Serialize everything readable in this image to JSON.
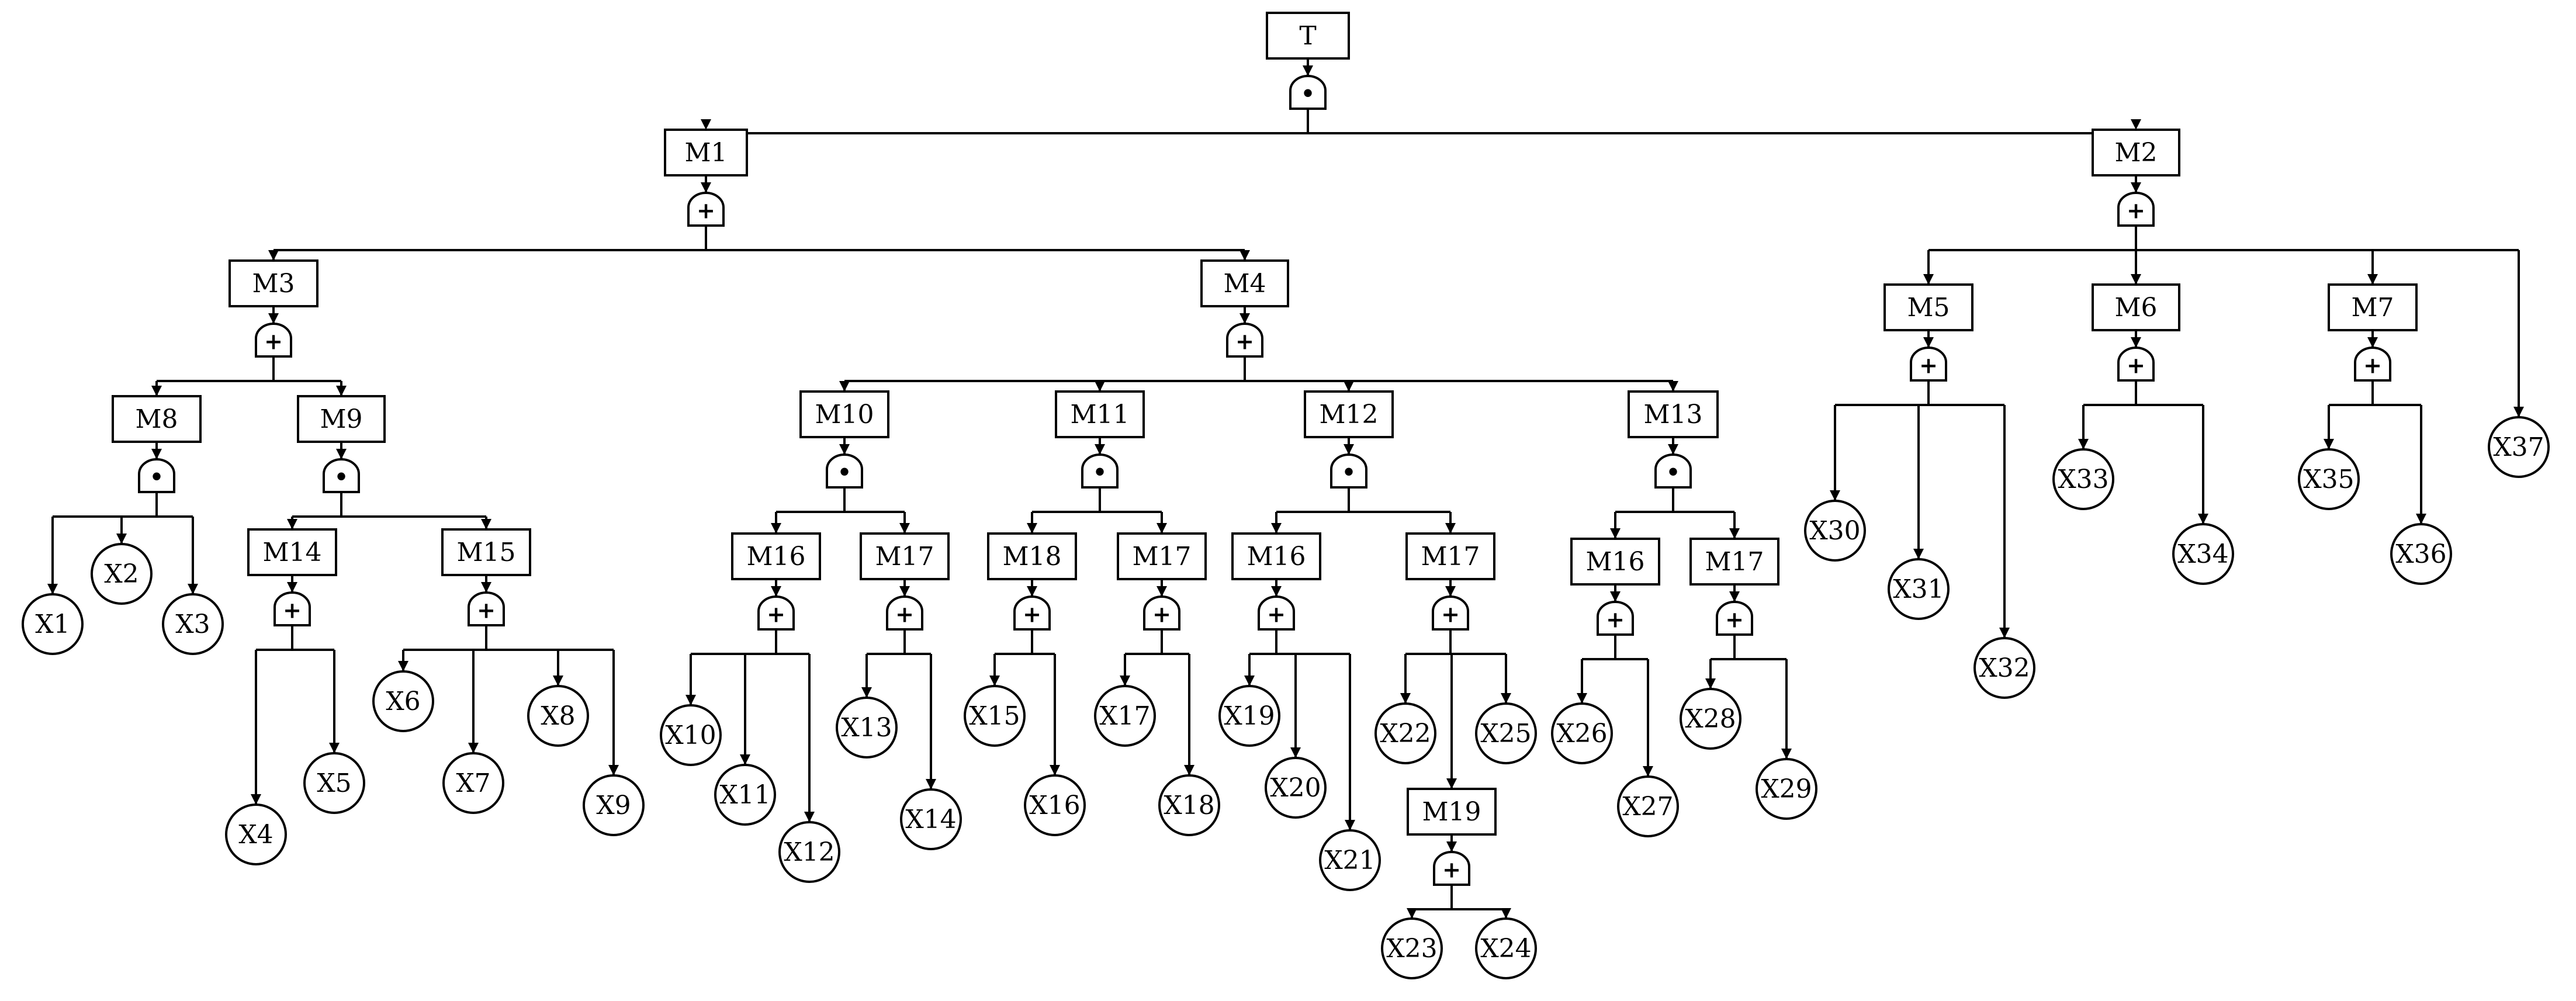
{
  "diagram": {
    "title": "",
    "top_event": "T",
    "intermediate_events": [
      "M1",
      "M2",
      "M3",
      "M4",
      "M5",
      "M6",
      "M7",
      "M8",
      "M9",
      "M10",
      "M11",
      "M12",
      "M13",
      "M14",
      "M15",
      "M16",
      "M17",
      "M18",
      "M19"
    ],
    "basic_events": [
      "X1",
      "X2",
      "X3",
      "X4",
      "X5",
      "X6",
      "X7",
      "X8",
      "X9",
      "X10",
      "X11",
      "X12",
      "X13",
      "X14",
      "X15",
      "X16",
      "X17",
      "X18",
      "X19",
      "X20",
      "X21",
      "X22",
      "X23",
      "X24",
      "X25",
      "X26",
      "X27",
      "X28",
      "X29",
      "X30",
      "X31",
      "X32",
      "X33",
      "X34",
      "X35",
      "X36",
      "X37"
    ],
    "gate_symbols": {
      "and": "•",
      "or": "+"
    },
    "tree": {
      "label": "T",
      "gate": "and",
      "children": [
        {
          "label": "M1",
          "gate": "or",
          "children": [
            {
              "label": "M3",
              "gate": "or",
              "children": [
                {
                  "label": "M8",
                  "gate": "and",
                  "children": [
                    {
                      "label": "X1"
                    },
                    {
                      "label": "X2"
                    },
                    {
                      "label": "X3"
                    }
                  ]
                },
                {
                  "label": "M9",
                  "gate": "and",
                  "children": [
                    {
                      "label": "M14",
                      "gate": "or",
                      "children": [
                        {
                          "label": "X4"
                        },
                        {
                          "label": "X5"
                        }
                      ]
                    },
                    {
                      "label": "M15",
                      "gate": "or",
                      "children": [
                        {
                          "label": "X6"
                        },
                        {
                          "label": "X7"
                        },
                        {
                          "label": "X8"
                        },
                        {
                          "label": "X9"
                        }
                      ]
                    }
                  ]
                }
              ]
            },
            {
              "label": "M4",
              "gate": "or",
              "children": [
                {
                  "label": "M10",
                  "gate": "and",
                  "children": [
                    {
                      "label": "M16",
                      "gate": "or",
                      "children": [
                        {
                          "label": "X10"
                        },
                        {
                          "label": "X11"
                        },
                        {
                          "label": "X12"
                        }
                      ]
                    },
                    {
                      "label": "M17",
                      "gate": "or",
                      "children": [
                        {
                          "label": "X13"
                        },
                        {
                          "label": "X14"
                        }
                      ]
                    }
                  ]
                },
                {
                  "label": "M11",
                  "gate": "and",
                  "children": [
                    {
                      "label": "M18",
                      "gate": "or",
                      "children": [
                        {
                          "label": "X15"
                        },
                        {
                          "label": "X16"
                        }
                      ]
                    },
                    {
                      "label": "M17",
                      "gate": "or",
                      "children": [
                        {
                          "label": "X17"
                        },
                        {
                          "label": "X18"
                        }
                      ]
                    }
                  ]
                },
                {
                  "label": "M12",
                  "gate": "and",
                  "children": [
                    {
                      "label": "M16",
                      "gate": "or",
                      "children": [
                        {
                          "label": "X19"
                        },
                        {
                          "label": "X20"
                        },
                        {
                          "label": "X21"
                        }
                      ]
                    },
                    {
                      "label": "M17",
                      "gate": "or",
                      "children": [
                        {
                          "label": "X22"
                        },
                        {
                          "label": "M19",
                          "gate": "or",
                          "children": [
                            {
                              "label": "X23"
                            },
                            {
                              "label": "X24"
                            }
                          ]
                        },
                        {
                          "label": "X25"
                        }
                      ]
                    }
                  ]
                },
                {
                  "label": "M13",
                  "gate": "and",
                  "children": [
                    {
                      "label": "M16",
                      "gate": "or",
                      "children": [
                        {
                          "label": "X26"
                        },
                        {
                          "label": "X27"
                        }
                      ]
                    },
                    {
                      "label": "M17",
                      "gate": "or",
                      "children": [
                        {
                          "label": "X28"
                        },
                        {
                          "label": "X29"
                        }
                      ]
                    }
                  ]
                }
              ]
            }
          ]
        },
        {
          "label": "M2",
          "gate": "or",
          "children": [
            {
              "label": "M5",
              "gate": "or",
              "children": [
                {
                  "label": "X30"
                },
                {
                  "label": "X31"
                },
                {
                  "label": "X32"
                }
              ]
            },
            {
              "label": "M6",
              "gate": "or",
              "children": [
                {
                  "label": "X33"
                },
                {
                  "label": "X34"
                }
              ]
            },
            {
              "label": "M7",
              "gate": "or",
              "children": [
                {
                  "label": "X35"
                },
                {
                  "label": "X36"
                }
              ]
            },
            {
              "label": "X37"
            }
          ]
        }
      ]
    }
  }
}
